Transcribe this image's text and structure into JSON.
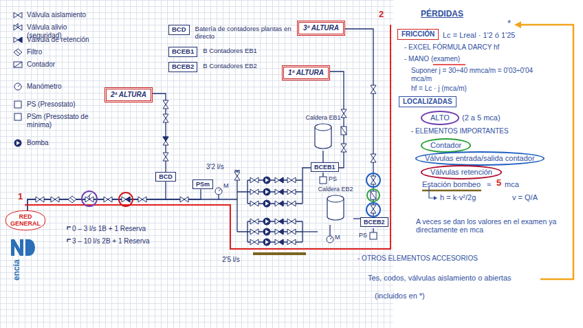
{
  "diagram": {
    "nodes": [
      {
        "text": [
          "RED GENERAL"
        ]
      },
      {
        "text": [
          "2ª ALTURA"
        ]
      },
      {
        "text": [
          "3ª ALTURA"
        ]
      },
      {
        "text": [
          "1ª ALTURA"
        ]
      },
      {
        "text": [
          "BCD"
        ]
      },
      {
        "text": [
          "PSm"
        ]
      },
      {
        "text": [
          "Caldera EB1"
        ]
      },
      {
        "text": [
          "BCEB1"
        ]
      },
      {
        "text": [
          "Caldera EB2"
        ]
      },
      {
        "text": [
          "BCEB2"
        ]
      },
      {
        "text": [
          "BCD",
          "Batería de contadores plantas en directo"
        ]
      },
      {
        "text": [
          "BCEB1",
          "B Contadores EB1"
        ]
      },
      {
        "text": [
          "BCEB2",
          "B Contadores EB2"
        ]
      },
      {
        "text": [
          "FRICCIÓN"
        ]
      },
      {
        "text": [
          "LOCALIZADAS"
        ]
      },
      {
        "text": [
          "ALTO"
        ]
      },
      {
        "text": [
          "Contador"
        ]
      },
      {
        "text": [
          "Válvulas entrada/salida contador"
        ]
      },
      {
        "text": [
          "Válvulas retención"
        ]
      }
    ],
    "edges": [
      {
        "from": 0,
        "to": 4,
        "arrow": "none"
      },
      {
        "from": 4,
        "to": 1,
        "arrow": "none"
      },
      {
        "from": 0,
        "to": 5,
        "arrow": "none"
      },
      {
        "from": 6,
        "to": 7,
        "arrow": "none"
      },
      {
        "from": 7,
        "to": 3,
        "arrow": "none"
      },
      {
        "from": 8,
        "to": 9,
        "arrow": "none"
      },
      {
        "from": 9,
        "to": 2,
        "arrow": "none"
      }
    ],
    "labels": [
      "1",
      "2",
      "3'2 l/s",
      "2'5 l/s",
      "0 – 3 l/s 1B + 1 Reserva",
      "3 – 10 l/s 2B + 1 Reserva",
      "PS",
      "PS",
      "M",
      "M",
      "encia",
      "PÉRDIDAS",
      "*",
      "Lc = Lreal · 1'2 ó 1'25",
      "- EXCEL FÓRMULA DARCY hf",
      "- MANO (examen)",
      "Suponer j = 30÷40 mmca/m = 0'03÷0'04 mca/m",
      "hf = Lc · j (mca/m)",
      "(2 a 5 mca)",
      "- ELEMENTOS IMPORTANTES",
      "Estación bombeo",
      "≈",
      "5",
      "mca",
      "h = k·v²/2g",
      "v = Q/A",
      "A veces se dan los valores en el examen ya directamente en mca",
      "- OTROS ELEMENTOS ACCESORIOS",
      "Tes, codos, válvulas aislamiento o abiertas",
      "(incluidos en *)"
    ],
    "legend": [
      {
        "text": "Válvula aislamiento"
      },
      {
        "text": "Válvula alivio (seguridad)"
      },
      {
        "text": "Válvula de retención"
      },
      {
        "text": "Filtro"
      },
      {
        "text": "Contador"
      },
      {
        "text": "Manómetro"
      },
      {
        "text": "PS (Presostato)"
      },
      {
        "text": "PSm (Presostato de mínima)"
      },
      {
        "text": "Bomba"
      }
    ]
  }
}
